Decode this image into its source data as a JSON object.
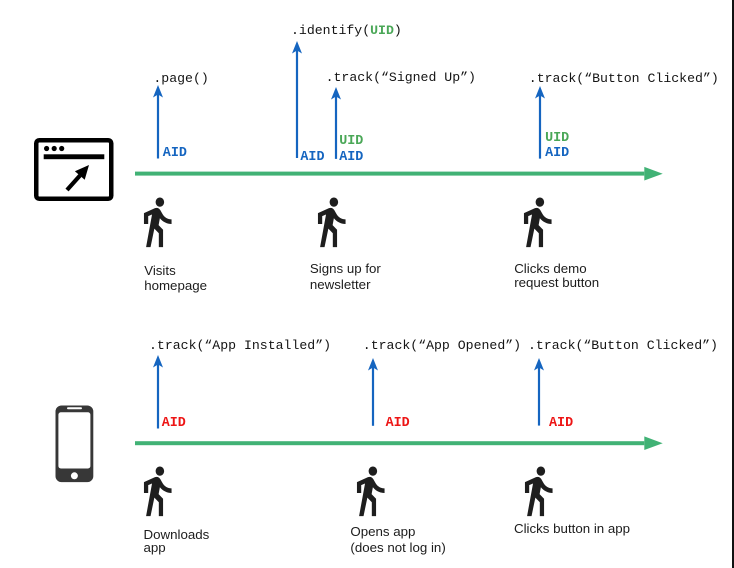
{
  "title": "Analytics tracking timeline diagram (web vs mobile)",
  "colors": {
    "blue": "#1565c0",
    "timeline_green": "#41b275",
    "uid_green": "#4aa757",
    "red": "#ed1515",
    "caption_text": "#1c1c1c",
    "code_text": "#141414",
    "icon_black": "#000000",
    "phone_gray": "#373737",
    "person_black": "#1e1e1e",
    "edge_line": "#111111"
  },
  "web": {
    "icon": "browser-window",
    "code_labels": {
      "page": ".page()",
      "identify_pre": ".identify(",
      "identify_uid": "UID",
      "identify_post": ")",
      "track_signed_up": ".track(“Signed Up”)",
      "track_button_clicked": ".track(“Button Clicked”)"
    },
    "id_labels": {
      "e1_aid": "AID",
      "e2_aid": "AID",
      "e3_uid": "UID",
      "e3_aid": "AID",
      "e4_uid": "UID",
      "e4_aid": "AID"
    },
    "captions": {
      "c1_line1": "Visits",
      "c1_line2": "homepage",
      "c2_line1": "Signs up for",
      "c2_line2": "newsletter",
      "c3_line1": "Clicks demo",
      "c3_line2": "request button"
    }
  },
  "mobile": {
    "icon": "smartphone",
    "code_labels": {
      "track_app_installed": ".track(“App Installed”)",
      "track_app_opened": ".track(“App Opened”)",
      "track_button_clicked": ".track(“Button Clicked”)"
    },
    "id_labels": {
      "e1_aid": "AID",
      "e2_aid": "AID",
      "e3_aid": "AID"
    },
    "captions": {
      "c1_line1": "Downloads",
      "c1_line2": "app",
      "c2_line1": "Opens app",
      "c2_line2": "(does not log in)",
      "c3_line1": "Clicks button in app"
    }
  }
}
